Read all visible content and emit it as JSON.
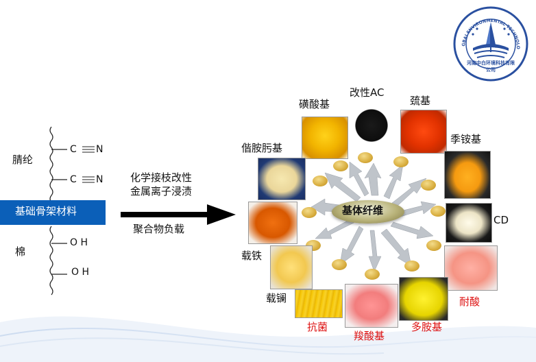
{
  "logo": {
    "arc_text": "HENAN ZHONGBAI ENVIRONMENTAL TECHNOLOGY CO., LTD.",
    "cn_name": "河南中白环境科技有限公司"
  },
  "left": {
    "group_top_label": "腈纶",
    "group_bottom_label": "棉",
    "base_bar_label": "基础骨架材料",
    "nitrile_c": "C",
    "nitrile_n": "N",
    "oh": "O H"
  },
  "arrow": {
    "line1": "化学接枝改性",
    "line2": "金属离子浸渍",
    "line3": "聚合物负载"
  },
  "center": {
    "label": "基体纤维"
  },
  "products": {
    "sulfonic": "磺酸基",
    "modified_ac": "改性AC",
    "thiol": "巯基",
    "amidoxime": "偕胺肟基",
    "quaternary": "季铵基",
    "cd": "CD",
    "iron": "载铁",
    "lanthanum": "载镧",
    "antibacterial": "抗菌",
    "carboxyl": "羧酸基",
    "polyamine": "多胺基",
    "acid_resistant": "耐酸"
  },
  "colors": {
    "base_bar": "#0b5fb8",
    "red_label": "#d11111",
    "logo_blue": "#2a50a0"
  }
}
